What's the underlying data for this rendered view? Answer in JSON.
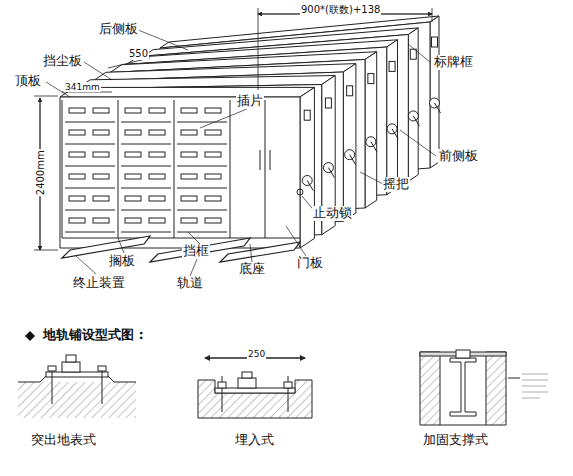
{
  "diagram": {
    "title": "地轨铺设型式图 :",
    "labels": [
      "900*(联数)+138",
      "后侧板",
      "挡尘板",
      "550",
      "顶板",
      "341mm",
      "2400mm",
      "标牌框",
      "插片",
      "前侧板",
      "摇把",
      "止动锁",
      "搁板",
      "挡框",
      "底座",
      "门板",
      "终止装置",
      "轨道",
      "250",
      "突出地表式",
      "埋入式",
      "加固支撑式"
    ]
  }
}
